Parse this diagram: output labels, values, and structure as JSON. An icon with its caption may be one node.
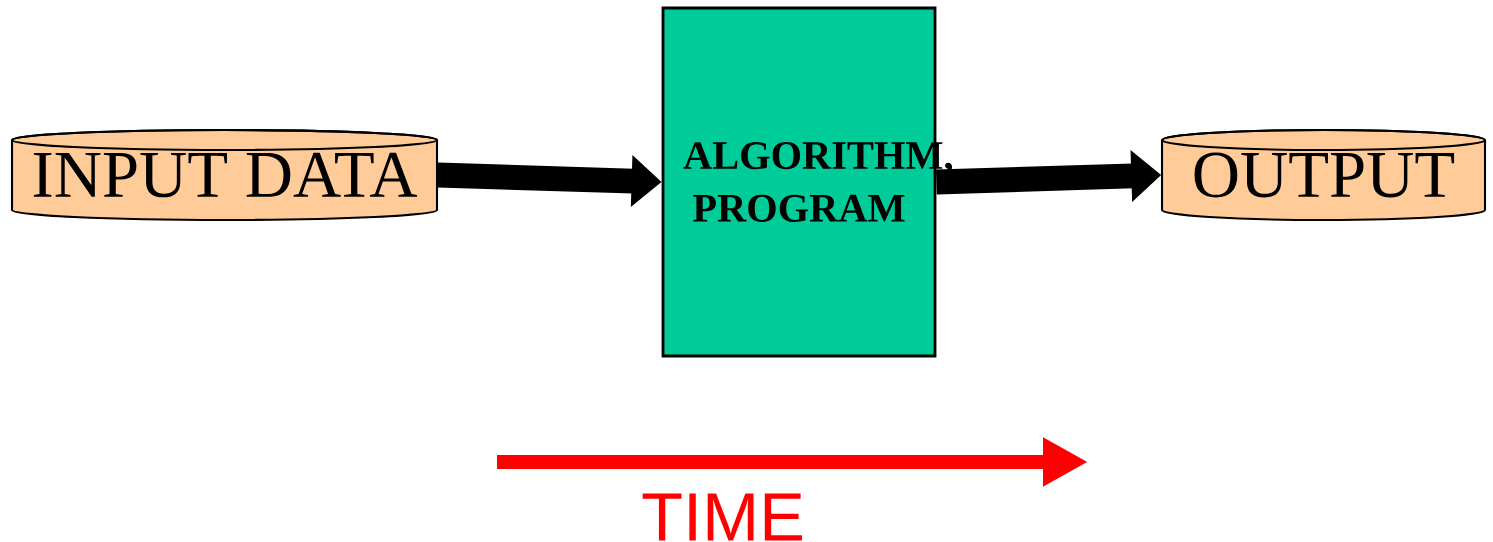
{
  "diagram": {
    "nodes": [
      {
        "text": [
          "INPUT DATA"
        ]
      },
      {
        "text": [
          "ALGORITHM, PROGRAM"
        ]
      },
      {
        "text": [
          "OUTPUT"
        ]
      }
    ],
    "edges": [
      {
        "from": 0,
        "to": 1,
        "arrow": "to"
      },
      {
        "from": 1,
        "to": 2,
        "arrow": "to"
      }
    ],
    "labels": [
      "TIME"
    ]
  }
}
